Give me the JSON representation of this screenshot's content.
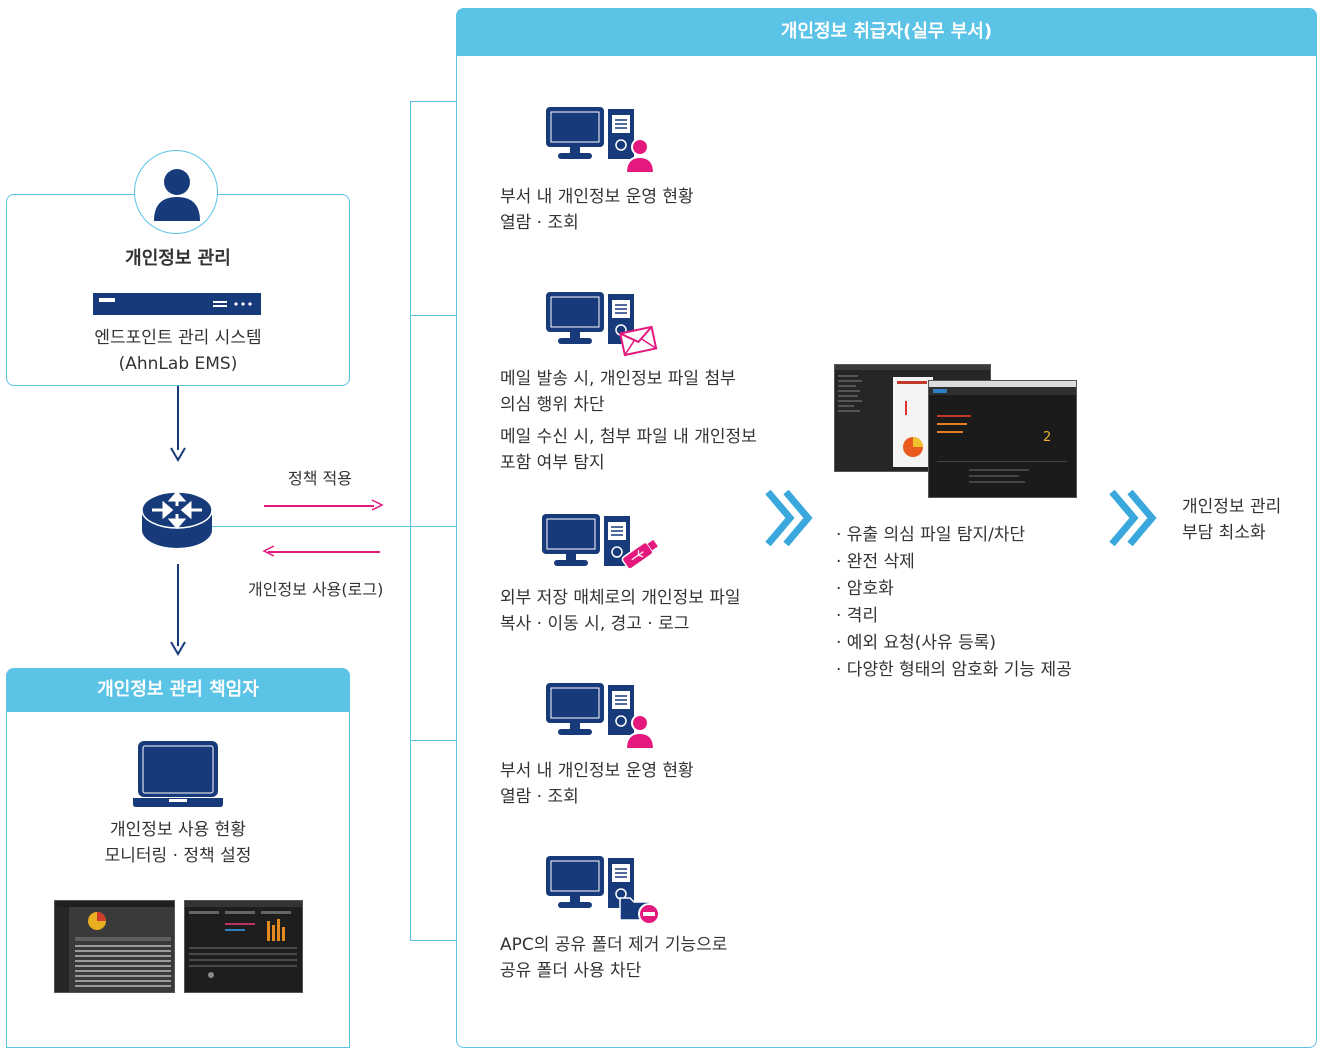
{
  "colors": {
    "accent": "#5bc3e6",
    "navy": "#173a7a",
    "pink": "#e4197e",
    "text": "#333333"
  },
  "left": {
    "manager_title": "개인정보 관리",
    "system_line1": "엔드포인트 관리 시스템",
    "system_line2": "(AhnLab EMS)",
    "policy_label": "정책 적용",
    "log_label": "개인정보 사용(로그)",
    "officer_title": "개인정보 관리 책임자",
    "officer_line1": "개인정보 사용 현황",
    "officer_line2": "모니터링 · 정책 설정"
  },
  "right": {
    "title": "개인정보 취급자(실무 부서)",
    "items": [
      {
        "icon": "user",
        "lines": [
          "부서 내 개인정보 운영 현황",
          "열람 · 조회"
        ]
      },
      {
        "icon": "mail",
        "lines": [
          "메일 발송 시, 개인정보 파일 첨부",
          "의심 행위 차단",
          "메일 수신 시, 첨부 파일 내 개인정보",
          "포함 여부 탐지"
        ]
      },
      {
        "icon": "usb",
        "lines": [
          "외부 저장 매체로의 개인정보 파일",
          "복사 · 이동 시, 경고 · 로그"
        ]
      },
      {
        "icon": "user",
        "lines": [
          "부서 내 개인정보 운영 현황",
          "열람 · 조회"
        ]
      },
      {
        "icon": "folder-block",
        "lines": [
          "APC의 공유 폴더 제거 기능으로",
          "공유 폴더 사용 차단"
        ]
      }
    ],
    "features": [
      "· 유출 의심 파일 탐지/차단",
      "· 완전 삭제",
      "· 암호화",
      "· 격리",
      "· 예외 요청(사유 등록)",
      "· 다양한 형태의 암호화 기능 제공"
    ],
    "result_line1": "개인정보 관리",
    "result_line2": "부담 최소화",
    "screen_number": "2"
  }
}
